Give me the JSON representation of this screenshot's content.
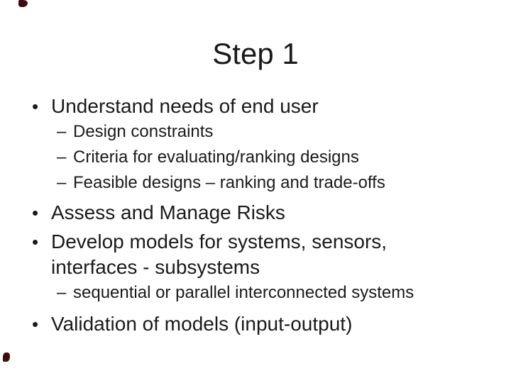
{
  "slide": {
    "title": "Step 1",
    "glyphs": {
      "level1": "•",
      "level2": "–"
    },
    "bullets": [
      {
        "level": 1,
        "text": "Understand needs of end user"
      },
      {
        "level": 2,
        "text": "Design constraints"
      },
      {
        "level": 2,
        "text": "Criteria for evaluating/ranking designs"
      },
      {
        "level": 2,
        "text": "Feasible designs – ranking and trade-offs"
      },
      {
        "level": 1,
        "text": "Assess and Manage Risks"
      },
      {
        "level": 1,
        "text": "Develop models for systems, sensors, interfaces - subsystems"
      },
      {
        "level": 2,
        "text": "sequential or parallel interconnected systems"
      },
      {
        "level": 1,
        "text": "Validation of models (input-output)"
      }
    ],
    "colors": {
      "background": "#ffffff",
      "text": "#1a1a1a",
      "artifact_mark": "#3d0d0d"
    }
  }
}
